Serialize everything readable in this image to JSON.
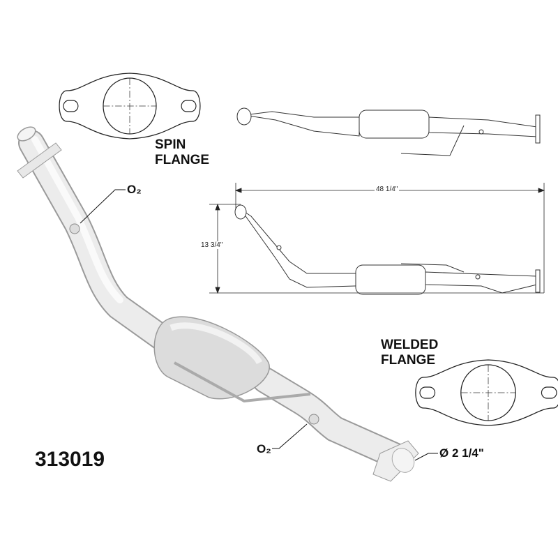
{
  "part_number": "313019",
  "labels": {
    "spin_flange": [
      "SPIN",
      "FLANGE"
    ],
    "welded_flange": [
      "WELDED",
      "FLANGE"
    ],
    "o2_upper": "O₂",
    "o2_lower": "O₂",
    "outlet_diameter": "Ø 2 1/4\""
  },
  "dimensions": {
    "length": "48 1/4\"",
    "height": "13 3/4\""
  }
}
